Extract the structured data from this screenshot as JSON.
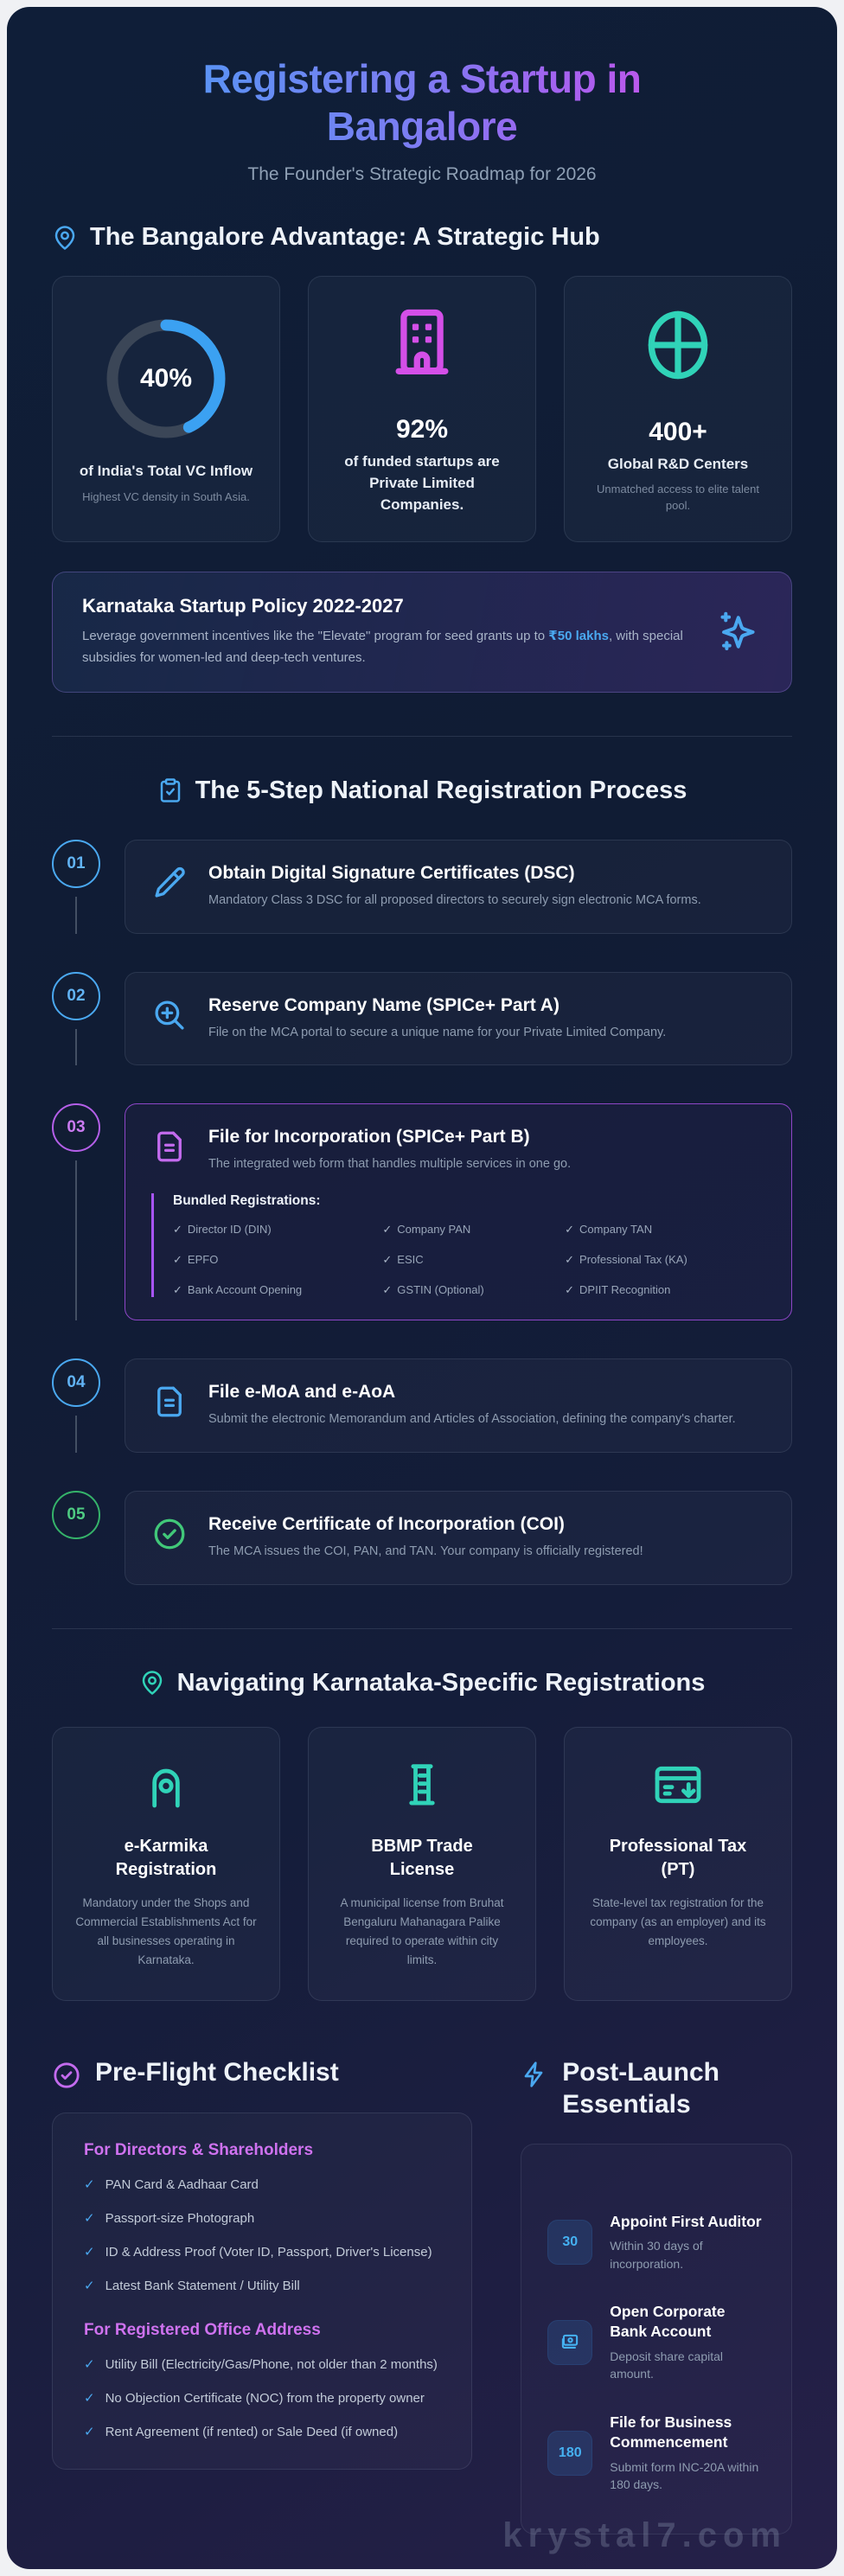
{
  "glyphs": {
    "check": "✓"
  },
  "header": {
    "title": "Registering a Startup in Bangalore",
    "subtitle": "The Founder's Strategic Roadmap for 2026"
  },
  "advantage": {
    "heading": "The Bangalore Advantage: A Strategic Hub",
    "stat1": {
      "value": "40%",
      "pct": 43,
      "label": "of India's Total VC Inflow",
      "sub": "Highest VC density in South Asia."
    },
    "stat2": {
      "value": "92%",
      "label": "of funded startups are Private Limited Companies."
    },
    "stat3": {
      "value": "400+",
      "label": "Global R&D Centers",
      "sub": "Unmatched access to elite talent pool."
    },
    "policy": {
      "title": "Karnataka Startup Policy 2022-2027",
      "desc_pre": "Leverage government incentives like the \"Elevate\" program for seed grants up to ",
      "desc_highlight": "₹50 lakhs",
      "desc_post": ", with special subsidies for women-led and deep-tech ventures."
    }
  },
  "process": {
    "heading": "The 5-Step National Registration Process",
    "steps": [
      {
        "num": "01",
        "title": "Obtain Digital Signature Certificates (DSC)",
        "desc": "Mandatory Class 3 DSC for all proposed directors to securely sign electronic MCA forms."
      },
      {
        "num": "02",
        "title": "Reserve Company Name (SPICe+ Part A)",
        "desc": "File on the MCA portal to secure a unique name for your Private Limited Company."
      },
      {
        "num": "03",
        "title": "File for Incorporation (SPICe+ Part B)",
        "desc": "The integrated web form that handles multiple services in one go.",
        "bundle_title": "Bundled Registrations:",
        "bundle": [
          "Director ID (DIN)",
          "Company PAN",
          "Company TAN",
          "EPFO",
          "ESIC",
          "Professional Tax (KA)",
          "Bank Account Opening",
          "GSTIN (Optional)",
          "DPIIT Recognition"
        ]
      },
      {
        "num": "04",
        "title": "File e-MoA and e-AoA",
        "desc": "Submit the electronic Memorandum and Articles of Association, defining the company's charter."
      },
      {
        "num": "05",
        "title": "Receive Certificate of Incorporation (COI)",
        "desc": "The MCA issues the COI, PAN, and TAN. Your company is officially registered!"
      }
    ]
  },
  "karnataka": {
    "heading": "Navigating Karnataka-Specific Registrations",
    "cards": [
      {
        "title": "e-Karmika Registration",
        "desc": "Mandatory under the Shops and Commercial Establishments Act for all businesses operating in Karnataka."
      },
      {
        "title": "BBMP Trade License",
        "desc": "A municipal license from Bruhat Bengaluru Mahanagara Palike required to operate within city limits."
      },
      {
        "title": "Professional Tax (PT)",
        "desc": "State-level tax registration for the company (as an employer) and its employees."
      }
    ]
  },
  "checklist": {
    "heading": "Pre-Flight Checklist",
    "groups": [
      {
        "title": "For Directors & Shareholders",
        "items": [
          "PAN Card & Aadhaar Card",
          "Passport-size Photograph",
          "ID & Address Proof (Voter ID, Passport, Driver's License)",
          "Latest Bank Statement / Utility Bill"
        ]
      },
      {
        "title": "For Registered Office Address",
        "items": [
          "Utility Bill (Electricity/Gas/Phone, not older than 2 months)",
          "No Objection Certificate (NOC) from the property owner",
          "Rent Agreement (if rented) or Sale Deed (if owned)"
        ]
      }
    ]
  },
  "postlaunch": {
    "heading": "Post-Launch Essentials",
    "items": [
      {
        "badge": "30",
        "title": "Appoint First Auditor",
        "desc": "Within 30 days of incorporation."
      },
      {
        "badge": "",
        "title": "Open Corporate Bank Account",
        "desc": "Deposit share capital amount."
      },
      {
        "badge": "180",
        "title": "File for Business Commencement",
        "desc": "Submit form INC-20A within 180 days."
      }
    ]
  },
  "watermark": "krystal7.com",
  "colors": {
    "accent_blue": "#4aa8f0",
    "accent_teal": "#30d3b8",
    "accent_purple": "#c36bee",
    "accent_magenta": "#d44fe8",
    "accent_green": "#41c879"
  }
}
